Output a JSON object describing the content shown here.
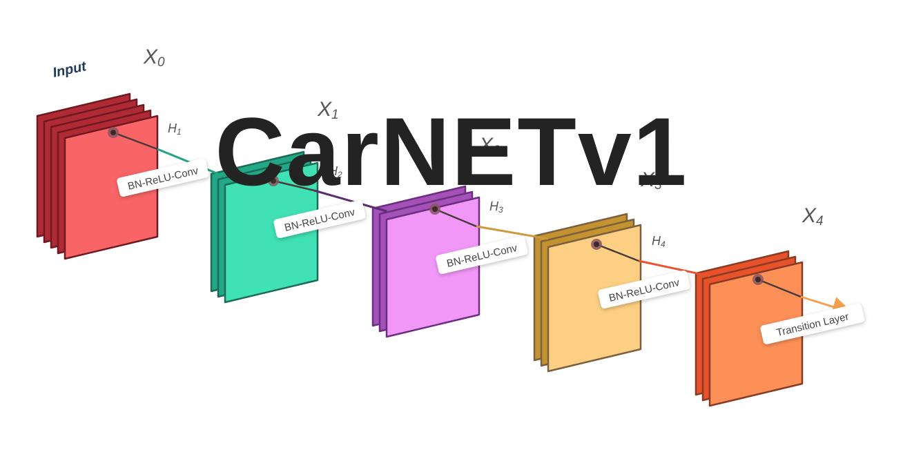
{
  "title": "CarNETv1",
  "input_label": "Input",
  "blocks": [
    {
      "label": "X0",
      "sub": "0",
      "front": "#F96467",
      "back": "#B02A36",
      "edge": "#6E1820"
    },
    {
      "label": "X1",
      "sub": "1",
      "front": "#40E1B4",
      "back": "#22A787",
      "edge": "#1B6B58"
    },
    {
      "label": "X2",
      "sub": "2",
      "front": "#F197F8",
      "back": "#A451B8",
      "edge": "#6B2E80"
    },
    {
      "label": "X3",
      "sub": "3",
      "front": "#FDCF82",
      "back": "#C4922E",
      "edge": "#7A6040"
    },
    {
      "label": "X4",
      "sub": "4",
      "front": "#FC9057",
      "back": "#E8522A",
      "edge": "#8A3A22"
    }
  ],
  "connections": [
    {
      "h": "H1",
      "sub": "1",
      "op": "BN-ReLU-Conv",
      "color": "#1FA585"
    },
    {
      "h": "H2",
      "sub": "2",
      "op": "BN-ReLU-Conv",
      "color": "#5B2C6F"
    },
    {
      "h": "H3",
      "sub": "3",
      "op": "BN-ReLU-Conv",
      "color": "#D09A3A"
    },
    {
      "h": "H4",
      "sub": "4",
      "op": "BN-ReLU-Conv",
      "color": "#E8532E"
    }
  ],
  "final_op": "Transition Layer",
  "final_color": "#F5A04C"
}
